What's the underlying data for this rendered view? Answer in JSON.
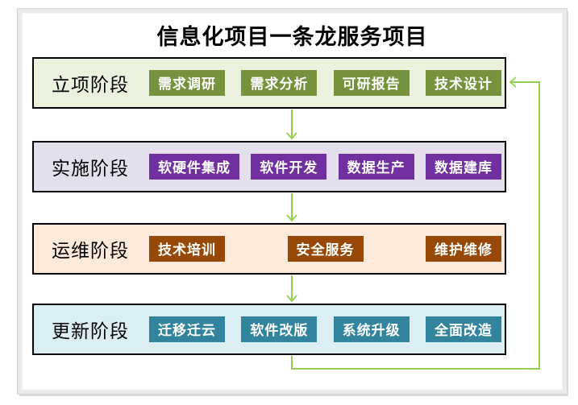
{
  "title": "信息化项目一条龙服务项目",
  "colors": {
    "arrow": "#92D050",
    "row_border": "#000000",
    "chip_text": "#FFFFFF"
  },
  "stages": [
    {
      "label": "立项阶段",
      "row_bg": "#EAF1DD",
      "chip_bg": "#76923C",
      "tasks": [
        "需求调研",
        "需求分析",
        "可研报告",
        "技术设计"
      ]
    },
    {
      "label": "实施阶段",
      "row_bg": "#E4DFEC",
      "chip_bg": "#7030A0",
      "tasks": [
        "软硬件集成",
        "软件开发",
        "数据生产",
        "数据建库"
      ]
    },
    {
      "label": "运维阶段",
      "row_bg": "#FDE9D9",
      "chip_bg": "#974806",
      "tasks": [
        "技术培训",
        "安全服务",
        "维护维修"
      ]
    },
    {
      "label": "更新阶段",
      "row_bg": "#DAEEF3",
      "chip_bg": "#31849B",
      "tasks": [
        "迁移迁云",
        "软件改版",
        "系统升级",
        "全面改造"
      ]
    }
  ]
}
